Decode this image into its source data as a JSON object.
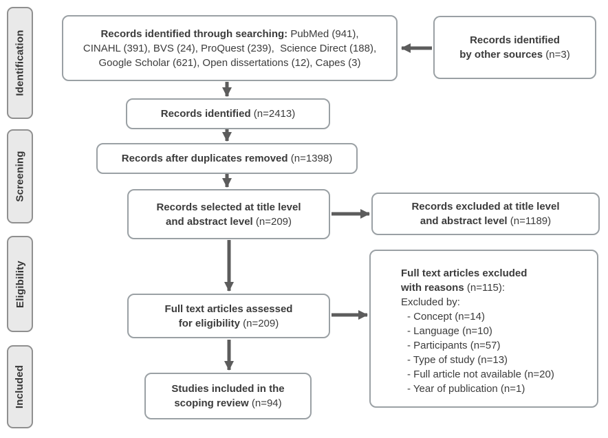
{
  "diagram_title": "PRISMA scoping review flow diagram",
  "colors": {
    "box_border": "#9aa0a4",
    "stage_fill": "#e9e9e9",
    "stage_border": "#8f8f8f",
    "arrow": "#5c5c5c",
    "text": "#3b3b3b"
  },
  "sidebar": {
    "stages": [
      {
        "label": "Identification"
      },
      {
        "label": "Screening"
      },
      {
        "label": "Eligibility"
      },
      {
        "label": "Included"
      }
    ]
  },
  "boxes": {
    "records_search": {
      "lines": [
        {
          "b": "Records identified through searching:",
          "r": " PubMed (941),"
        },
        {
          "b": "",
          "r": "CINAHL (391), BVS (24), ProQuest (239),  Science Direct (188),"
        },
        {
          "b": "",
          "r": "Google Scholar (621), Open dissertations (12), Capes (3)"
        }
      ]
    },
    "other_sources": {
      "lines": [
        {
          "b": "Records identified",
          "r": ""
        },
        {
          "b": "by other sources",
          "r": " (n=3)"
        }
      ]
    },
    "records_identified": {
      "lines": [
        {
          "b": "Records identified",
          "r": " (n=2413)"
        }
      ]
    },
    "duplicates_removed": {
      "lines": [
        {
          "b": "Records after duplicates removed",
          "r": " (n=1398)"
        }
      ]
    },
    "selected_title_abstract": {
      "lines": [
        {
          "b": "Records selected at title level",
          "r": ""
        },
        {
          "b": "and abstract level",
          "r": " (n=209)"
        }
      ]
    },
    "excluded_title_abstract": {
      "lines": [
        {
          "b": "Records excluded at title level",
          "r": ""
        },
        {
          "b": "and abstract level",
          "r": " (n=1189)"
        }
      ]
    },
    "fulltext_assessed": {
      "lines": [
        {
          "b": "Full text articles assessed",
          "r": ""
        },
        {
          "b": "for eligibility",
          "r": " (n=209)"
        }
      ]
    },
    "fulltext_excluded": {
      "lines": [
        {
          "b": "Full text articles excluded",
          "r": ""
        },
        {
          "b": "with reasons",
          "r": " (n=115):"
        },
        {
          "b": "",
          "r": "Excluded by:"
        },
        {
          "b": "",
          "r": "- Concept (n=14)"
        },
        {
          "b": "",
          "r": "- Language (n=10)"
        },
        {
          "b": "",
          "r": "- Participants (n=57)"
        },
        {
          "b": "",
          "r": "- Type of study (n=13)"
        },
        {
          "b": "",
          "r": "- Full article not available (n=20)"
        },
        {
          "b": "",
          "r": "- Year of publication (n=1)"
        }
      ]
    },
    "studies_included": {
      "lines": [
        {
          "b": "Studies included in the",
          "r": ""
        },
        {
          "b": "scoping review",
          "r": " (n=94)"
        }
      ]
    }
  }
}
